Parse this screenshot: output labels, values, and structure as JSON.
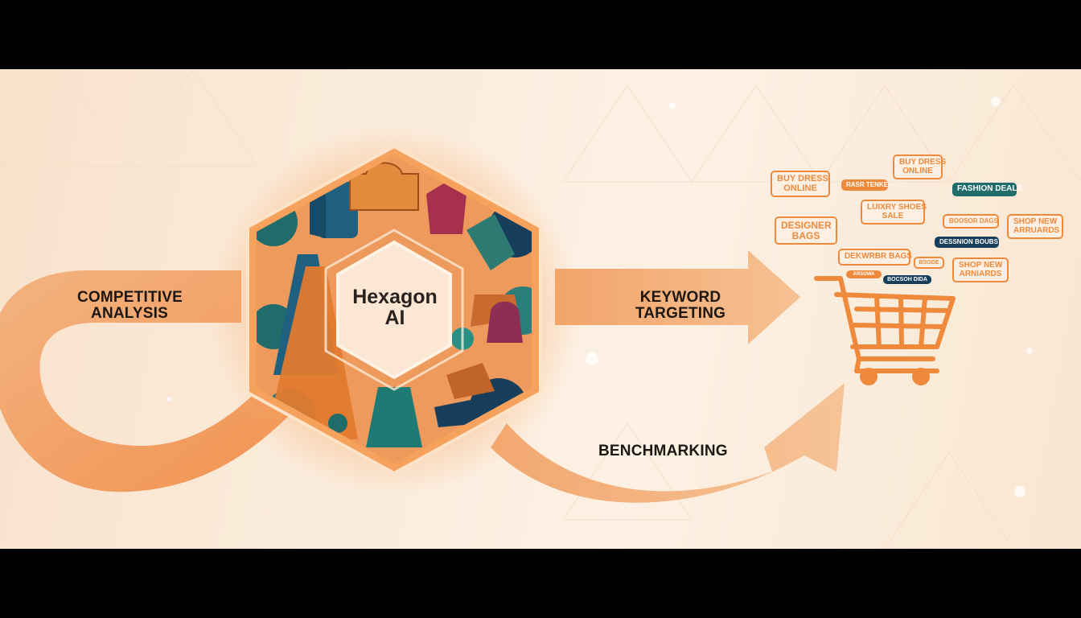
{
  "diagram": {
    "center": {
      "line1": "Hexagon",
      "line2": "AI"
    },
    "labels": {
      "competitive_line1": "COMPETITIVE",
      "competitive_line2": "ANALYSIS",
      "keyword_targeting": "KEYWORD TARGETING",
      "benchmarking": "BENCHMARKING"
    },
    "keyword_tags": {
      "buy_dress_left_1": "BUY DRESS",
      "buy_dress_left_2": "ONLINE",
      "buy_dress_top_1": "BUY DRESS",
      "buy_dress_top_2": "ONLINE",
      "rasr_tenke": "RASR TENKE",
      "fashion_deals": "FASHION DEALS",
      "luxury_shoes_1": "LUIXRY SHOES",
      "luxury_shoes_2": "SALE",
      "designer_bags_1": "DESIGNER",
      "designer_bags_2": "BAGS",
      "boosor_dags": "BOOSOR DAGS",
      "shop_new_top_1": "SHOP NEW",
      "shop_new_top_2": "ARRUARDS",
      "dessnion_bags": "DESSNION BOUBS",
      "dekwrbr_bags": "DEKWRBR BAGS",
      "bsode": "BSODE",
      "shop_new_bottom_1": "SHOP NEW",
      "shop_new_bottom_2": "ARNIARDS",
      "cart_small_1": "ARSOWA",
      "cart_small_2": "BOCSOH DIDA"
    }
  },
  "colors": {
    "accent_orange": "#ef8a3d",
    "teal": "#1f6c6b",
    "navy": "#173f5c",
    "background": "#fbecdc"
  },
  "icons": [
    "shopping-cart-icon",
    "handbag-icon",
    "dress-icon",
    "jacket-icon",
    "shoe-icon",
    "flower-icon"
  ]
}
